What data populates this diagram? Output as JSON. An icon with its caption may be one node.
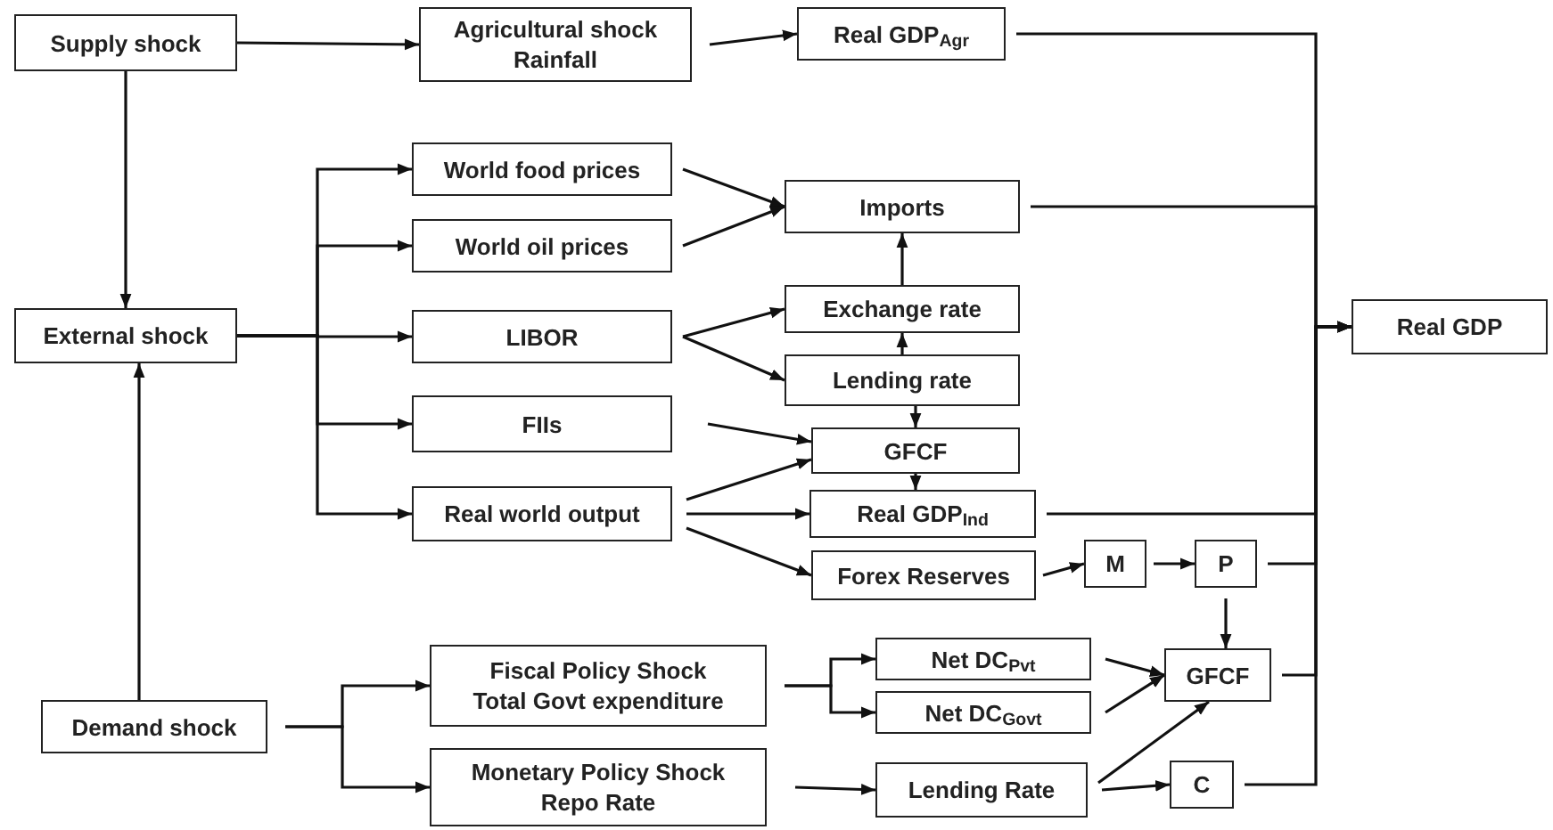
{
  "diagram": {
    "nodes": [
      {
        "text": [
          "Supply shock"
        ]
      },
      {
        "text": [
          "Agricultural shock",
          "Rainfall"
        ]
      },
      {
        "text": [
          "Real GDP$_{Agr}$"
        ]
      },
      {
        "text": [
          "World food prices"
        ]
      },
      {
        "text": [
          "World oil prices"
        ]
      },
      {
        "text": [
          "Imports"
        ]
      },
      {
        "text": [
          "External shock"
        ]
      },
      {
        "text": [
          "LIBOR"
        ]
      },
      {
        "text": [
          "Exchange rate"
        ]
      },
      {
        "text": [
          "Lending rate"
        ]
      },
      {
        "text": [
          "FIIs"
        ]
      },
      {
        "text": [
          "GFCF"
        ]
      },
      {
        "text": [
          "Real world output"
        ]
      },
      {
        "text": [
          "Real GDP$_{Ind}$"
        ]
      },
      {
        "text": [
          "Forex Reserves"
        ]
      },
      {
        "text": [
          "M"
        ]
      },
      {
        "text": [
          "P"
        ]
      },
      {
        "text": [
          "Real GDP"
        ]
      },
      {
        "text": [
          "Demand shock"
        ]
      },
      {
        "text": [
          "Fiscal Policy Shock",
          "Total Govt expenditure"
        ]
      },
      {
        "text": [
          "Net DC$_{Pvt}$"
        ]
      },
      {
        "text": [
          "Net DC$_{Govt}$"
        ]
      },
      {
        "text": [
          "GFCF"
        ]
      },
      {
        "text": [
          "Monetary Policy Shock",
          "Repo Rate"
        ]
      },
      {
        "text": [
          "Lending Rate"
        ]
      },
      {
        "text": [
          "C"
        ]
      }
    ],
    "edges": [
      {
        "from": 0,
        "to": 1,
        "arrow": "to"
      },
      {
        "from": 0,
        "to": 6,
        "arrow": "to"
      },
      {
        "from": 18,
        "to": 6,
        "arrow": "to"
      },
      {
        "from": 6,
        "to": 3,
        "arrow": "to"
      },
      {
        "from": 6,
        "to": 4,
        "arrow": "to"
      },
      {
        "from": 6,
        "to": 7,
        "arrow": "to"
      },
      {
        "from": 6,
        "to": 10,
        "arrow": "to"
      },
      {
        "from": 6,
        "to": 12,
        "arrow": "to"
      },
      {
        "from": 1,
        "to": 2,
        "arrow": "to"
      },
      {
        "from": 3,
        "to": 5,
        "arrow": "to"
      },
      {
        "from": 4,
        "to": 5,
        "arrow": "to"
      },
      {
        "from": 7,
        "to": 8,
        "arrow": "to"
      },
      {
        "from": 7,
        "to": 9,
        "arrow": "to"
      },
      {
        "from": 9,
        "to": 8,
        "arrow": "to"
      },
      {
        "from": 8,
        "to": 5,
        "arrow": "to"
      },
      {
        "from": 9,
        "to": 11,
        "arrow": "to"
      },
      {
        "from": 10,
        "to": 11,
        "arrow": "to"
      },
      {
        "from": 12,
        "to": 11,
        "arrow": "to"
      },
      {
        "from": 12,
        "to": 13,
        "arrow": "to"
      },
      {
        "from": 12,
        "to": 14,
        "arrow": "to"
      },
      {
        "from": 11,
        "to": 13,
        "arrow": "to"
      },
      {
        "from": 14,
        "to": 15,
        "arrow": "to"
      },
      {
        "from": 15,
        "to": 16,
        "arrow": "to"
      },
      {
        "from": 16,
        "to": 22,
        "arrow": "to"
      },
      {
        "from": 18,
        "to": 19,
        "arrow": "to"
      },
      {
        "from": 18,
        "to": 23,
        "arrow": "to"
      },
      {
        "from": 19,
        "to": 20,
        "arrow": "to"
      },
      {
        "from": 19,
        "to": 21,
        "arrow": "to"
      },
      {
        "from": 20,
        "to": 22,
        "arrow": "to"
      },
      {
        "from": 21,
        "to": 22,
        "arrow": "to"
      },
      {
        "from": 23,
        "to": 24,
        "arrow": "to"
      },
      {
        "from": 24,
        "to": 22,
        "arrow": "to"
      },
      {
        "from": 24,
        "to": 25,
        "arrow": "to"
      },
      {
        "from": 2,
        "to": 17,
        "arrow": "to"
      },
      {
        "from": 5,
        "to": 17,
        "arrow": "to"
      },
      {
        "from": 13,
        "to": 17,
        "arrow": "to"
      },
      {
        "from": 16,
        "to": 17,
        "arrow": "to"
      },
      {
        "from": 22,
        "to": 17,
        "arrow": "to"
      },
      {
        "from": 25,
        "to": 17,
        "arrow": "to"
      }
    ]
  }
}
